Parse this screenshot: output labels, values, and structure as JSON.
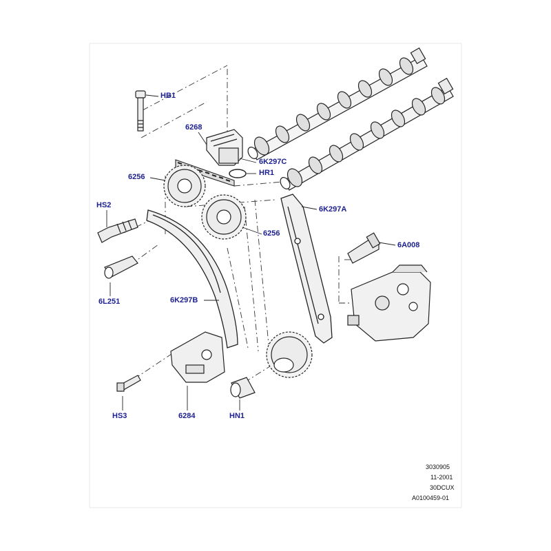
{
  "diagram": {
    "callouts": {
      "hb1": "HB1",
      "p6268": "6268",
      "p6k297c": "6K297C",
      "hr1": "HR1",
      "p6256_left": "6256",
      "p6256_right": "6256",
      "hs2": "HS2",
      "p6k297a": "6K297A",
      "p6a008": "6A008",
      "p6l251": "6L251",
      "p6k297b": "6K297B",
      "hs3": "HS3",
      "p6284": "6284",
      "hn1": "HN1"
    },
    "footer": {
      "line1": "3030905",
      "line2": "11-2001",
      "line3": "30DCUX",
      "line4": "A0100459-01"
    },
    "colors": {
      "callout_text": "#1b1f8f",
      "line_art": "#222222",
      "background": "#ffffff",
      "frame": "#e6e6e6"
    }
  }
}
